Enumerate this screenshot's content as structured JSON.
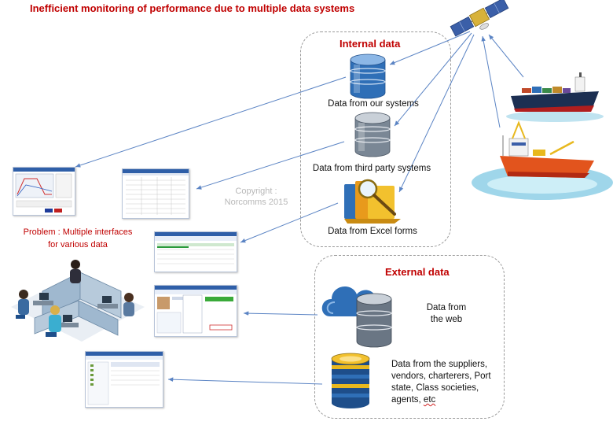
{
  "title": "Inefficient monitoring of performance due to multiple data systems",
  "internal": {
    "title": "Internal data",
    "items": [
      "Data from our systems",
      "Data from third party systems",
      "Data from Excel forms"
    ]
  },
  "external": {
    "title": "External data",
    "web_line1": "Data from",
    "web_line2": "the web",
    "sup_lines": [
      "Data from the suppliers,",
      "vendors, charterers, Port",
      "state, Class societies,",
      "agents, "
    ],
    "sup_etc": "etc"
  },
  "copyright": {
    "line1": "Copyright :",
    "line2": "Norcomms 2015"
  },
  "problem": {
    "line1": "Problem  : Multiple interfaces",
    "line2": "for various data"
  },
  "icons": [
    "satellite-icon",
    "cargo-ship-icon",
    "offshore-vessel-icon",
    "database-icon",
    "excel-folder-icon",
    "cloud-database-icon",
    "office-workers-icon"
  ],
  "colors": {
    "accent_red": "#c00000",
    "arrow_blue": "#5b84c4",
    "db_blue": "#2f6fb7"
  }
}
